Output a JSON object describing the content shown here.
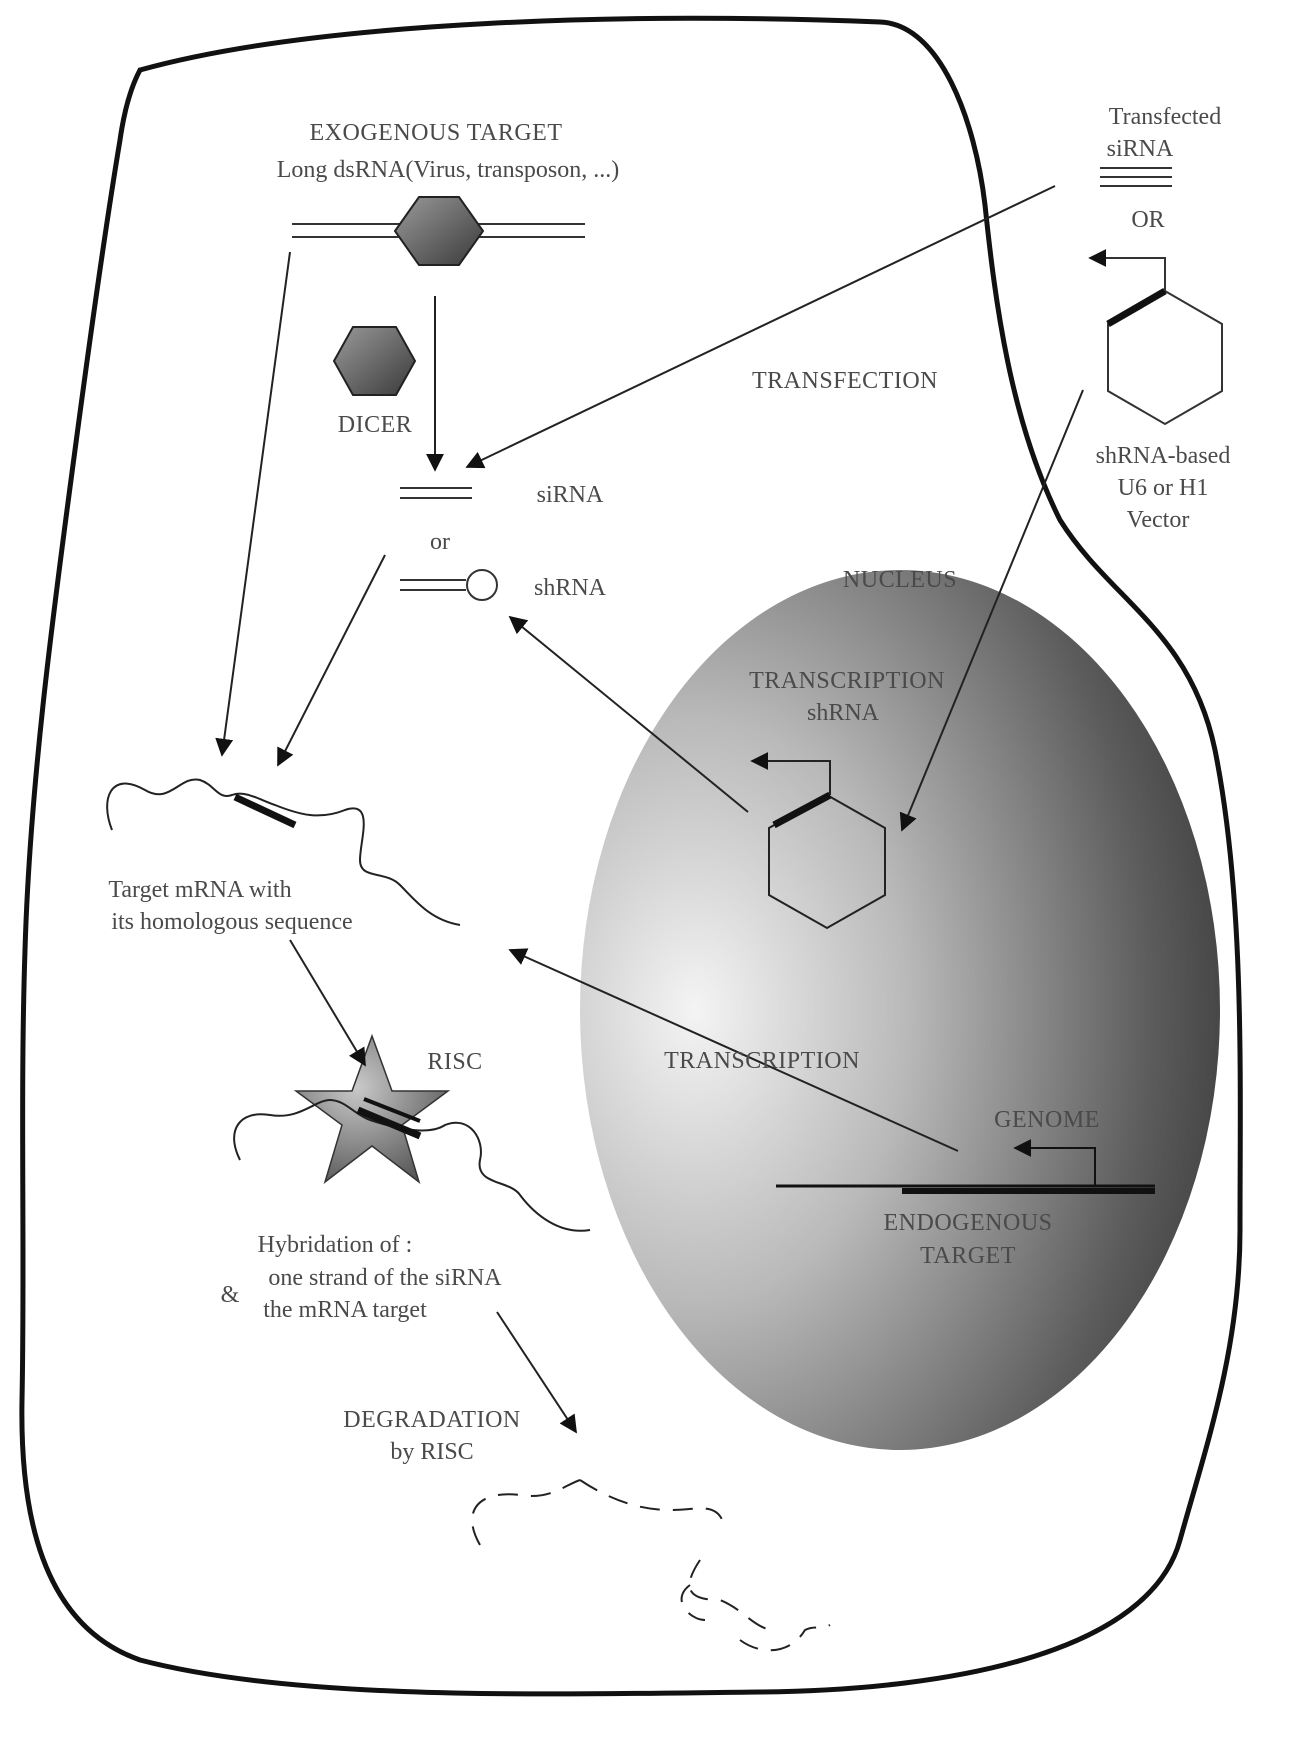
{
  "exogenous": {
    "title": "EXOGENOUS TARGET",
    "subtitle": "Long dsRNA(Virus, transposon, ...)"
  },
  "dicer": {
    "label": "DICER"
  },
  "transfected": {
    "line1": "Transfected",
    "line2": "siRNA",
    "or": "OR"
  },
  "transfection": {
    "label": "TRANSFECTION"
  },
  "vector": {
    "line1": "shRNA-based",
    "line2": "U6 or H1",
    "line3": "Vector"
  },
  "small_rna": {
    "sirna": "siRNA",
    "or": "or",
    "shrna": "shRNA"
  },
  "nucleus": {
    "label": "NUCLEUS",
    "transcription_shrna_1": "TRANSCRIPTION",
    "transcription_shrna_2": "shRNA",
    "transcription": "TRANSCRIPTION",
    "genome": "GENOME",
    "endogenous_1": "ENDOGENOUS",
    "endogenous_2": "TARGET"
  },
  "mrna": {
    "line1": "Target mRNA with",
    "line2": "its homologous sequence"
  },
  "risc": {
    "label": "RISC"
  },
  "hybridation": {
    "line1": "Hybridation of :",
    "line2": "one strand of the siRNA",
    "amp": "&",
    "line3": "the mRNA target"
  },
  "degradation": {
    "line1": "DEGRADATION",
    "line2": "by RISC"
  },
  "colors": {
    "outline": "#111111",
    "text": "#4a4a4a",
    "nucleus_light": "#f4f4f4",
    "nucleus_dark": "#2e2e2e"
  }
}
